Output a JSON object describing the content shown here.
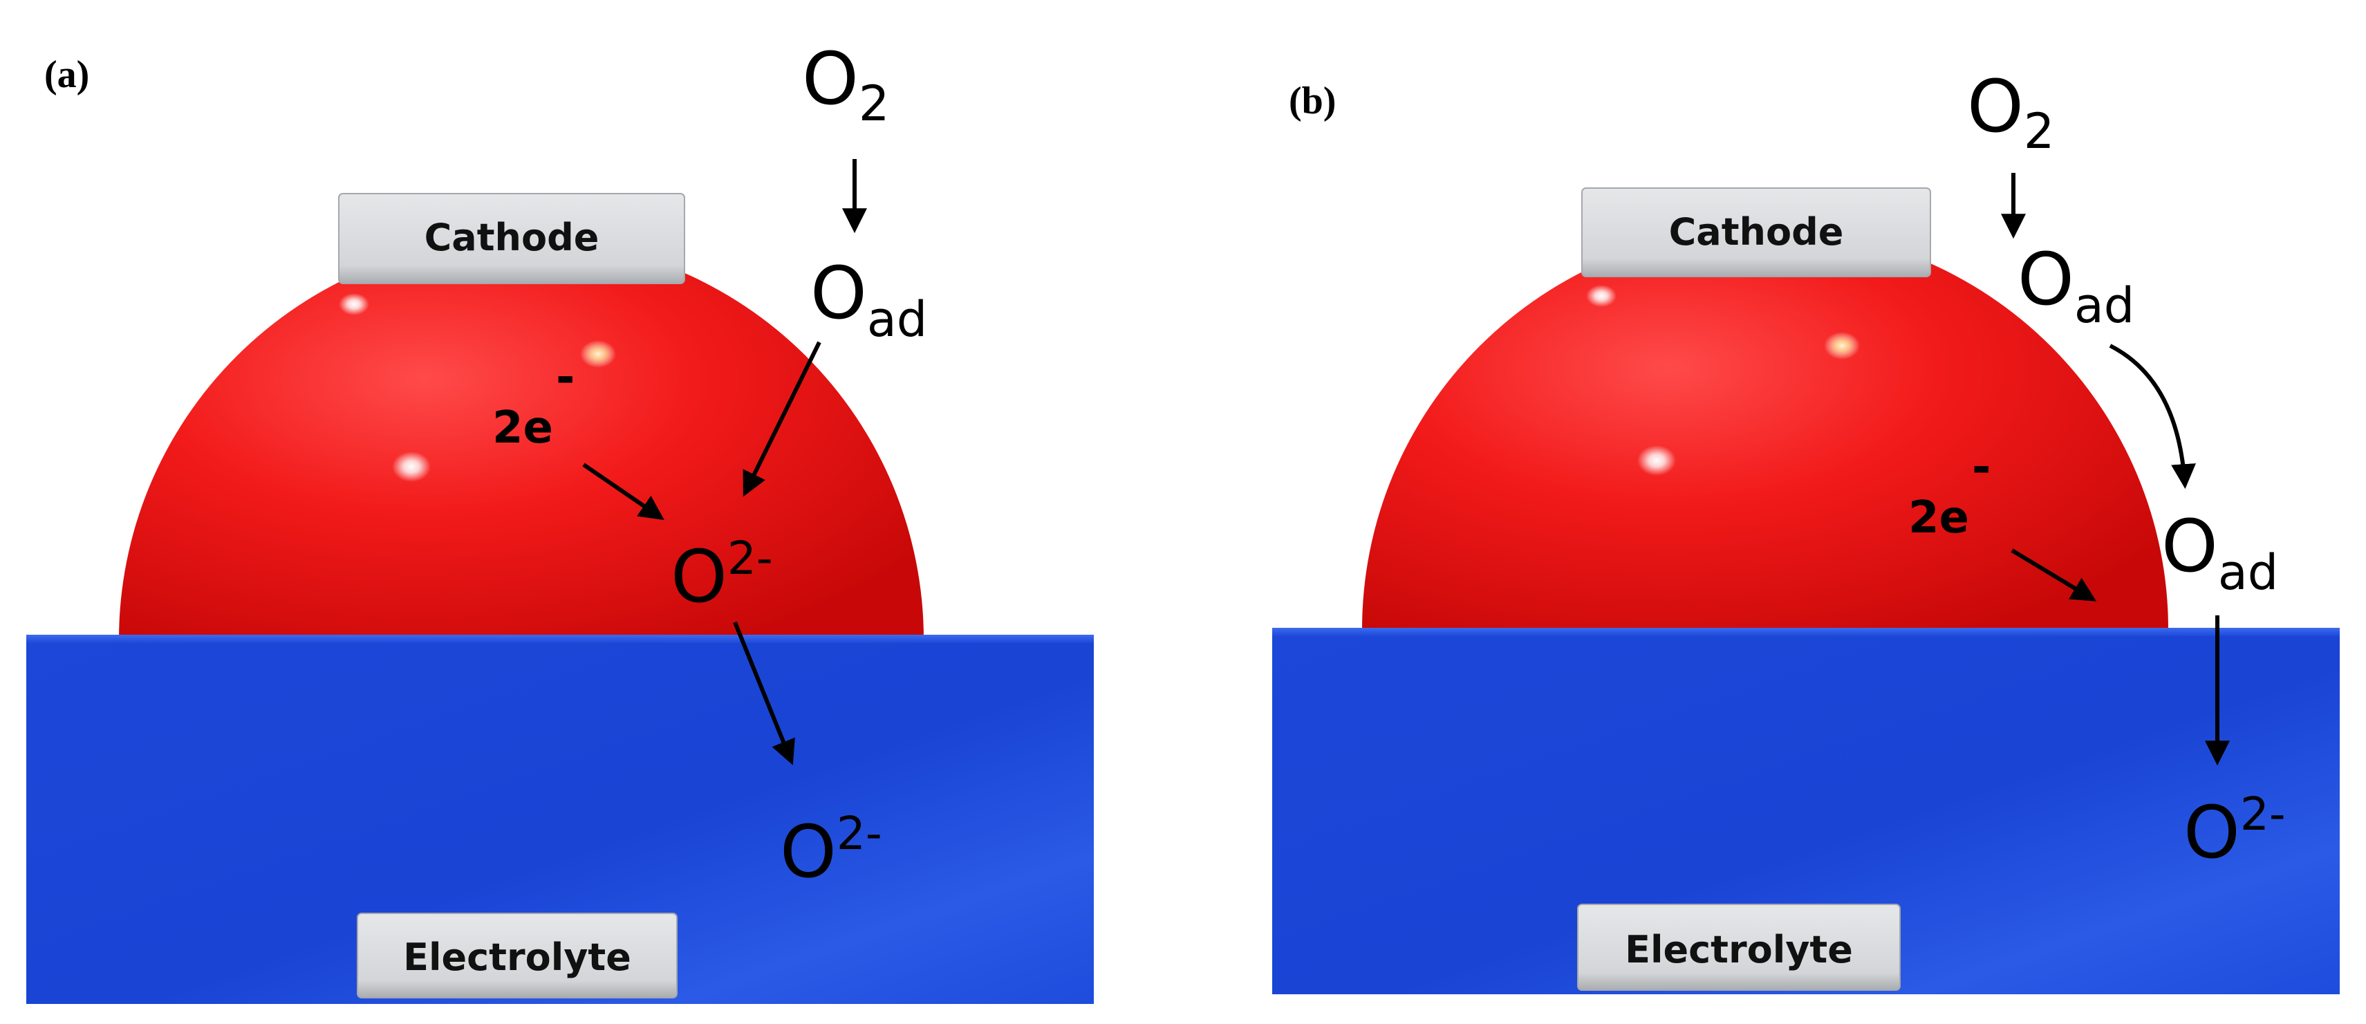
{
  "panels": [
    {
      "label": "(a)",
      "cathode": "Cathode",
      "electrolyte": "Electrolyte",
      "species": {
        "o2": "O",
        "o2_sub": "2",
        "oad": "O",
        "oad_sub": "ad",
        "o2minus_surface": "O",
        "o2minus_surface_sup": "2-",
        "o2minus_bulk": "O",
        "o2minus_bulk_sup": "2-"
      },
      "electrons": "2e",
      "electrons_sup": "-"
    },
    {
      "label": "(b)",
      "cathode": "Cathode",
      "electrolyte": "Electrolyte",
      "species": {
        "o2": "O",
        "o2_sub": "2",
        "oad1": "O",
        "oad1_sub": "ad",
        "oad2": "O",
        "oad2_sub": "ad",
        "o2minus_bulk": "O",
        "o2minus_bulk_sup": "2-"
      },
      "electrons": "2e",
      "electrons_sup": "-"
    }
  ],
  "colors": {
    "sphere": "#ee1111",
    "electrolyte": "#1f4fe0",
    "cathode_box": "#d7d9dc",
    "electrolyte_box": "#d7d9dc",
    "arrow": "#000000"
  }
}
